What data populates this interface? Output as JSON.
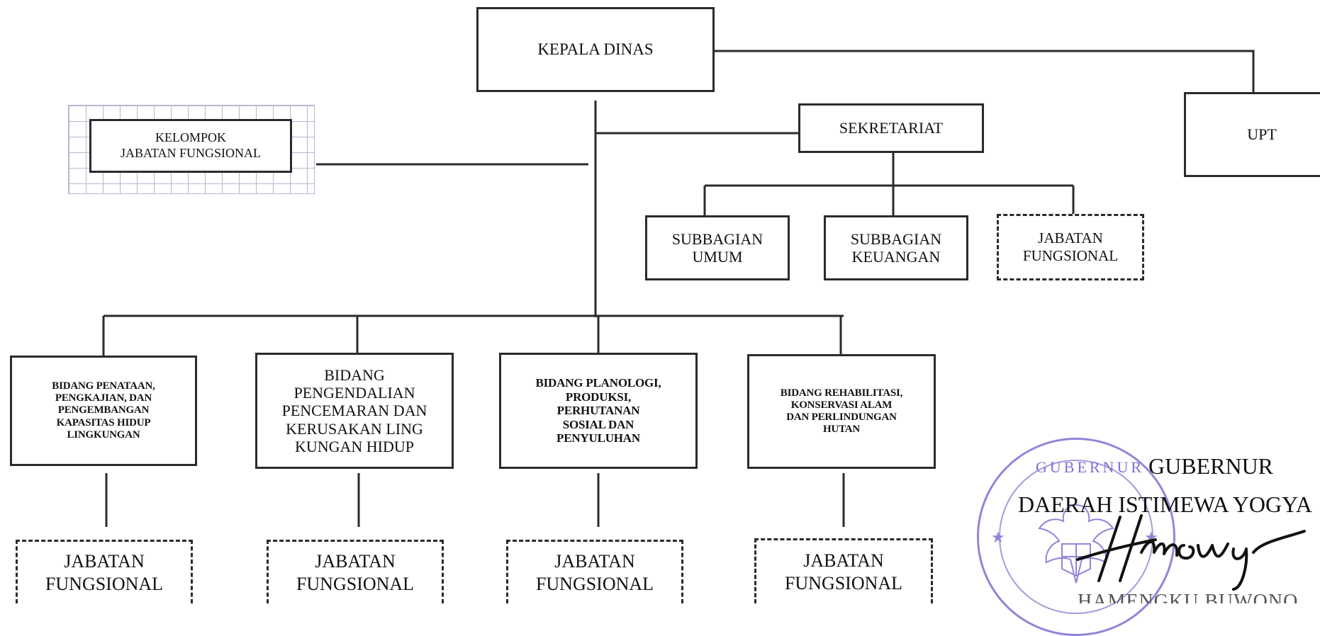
{
  "nodes": {
    "kepala": "KEPALA DINAS",
    "upt": "UPT",
    "sekretariat": "SEKRETARIAT",
    "kelompok": "KELOMPOK\nJABATAN FUNGSIONAL",
    "subbagian_umum": "SUBBAGIAN\nUMUM",
    "subbagian_keuangan": "SUBBAGIAN\nKEUANGAN",
    "jf_sekretariat": "JABATAN\nFUNGSIONAL",
    "bidang1": "BIDANG PENATAAN,\nPENGKAJIAN, DAN\nPENGEMBANGAN\nKAPASITAS HIDUP\nLINGKUNGAN",
    "bidang2": "BIDANG\nPENGENDALIAN\nPENCEMARAN DAN\nKERUSAKAN LING\nKUNGAN HIDUP",
    "bidang3": "BIDANG PLANOLOGI,\nPRODUKSI,\nPERHUTANAN\nSOSIAL DAN\nPENYULUHAN",
    "bidang4": "BIDANG REHABILITASI,\nKONSERVASI ALAM\nDAN PERLINDUNGAN\nHUTAN",
    "jf1": "JABATAN\nFUNGSIONAL",
    "jf2": "JABATAN\nFUNGSIONAL",
    "jf3": "JABATAN\nFUNGSIONAL",
    "jf4": "JABATAN\nFUNGSIONAL"
  },
  "signature": {
    "title_line1": "GUBERNUR",
    "title_line2": "DAERAH ISTIMEWA YOGYA",
    "name_partial": "HAMENGKU BUWONO",
    "seal_text": "GUBERNUR",
    "seal_color": "#7d72d4",
    "signature_color": "#111111"
  }
}
